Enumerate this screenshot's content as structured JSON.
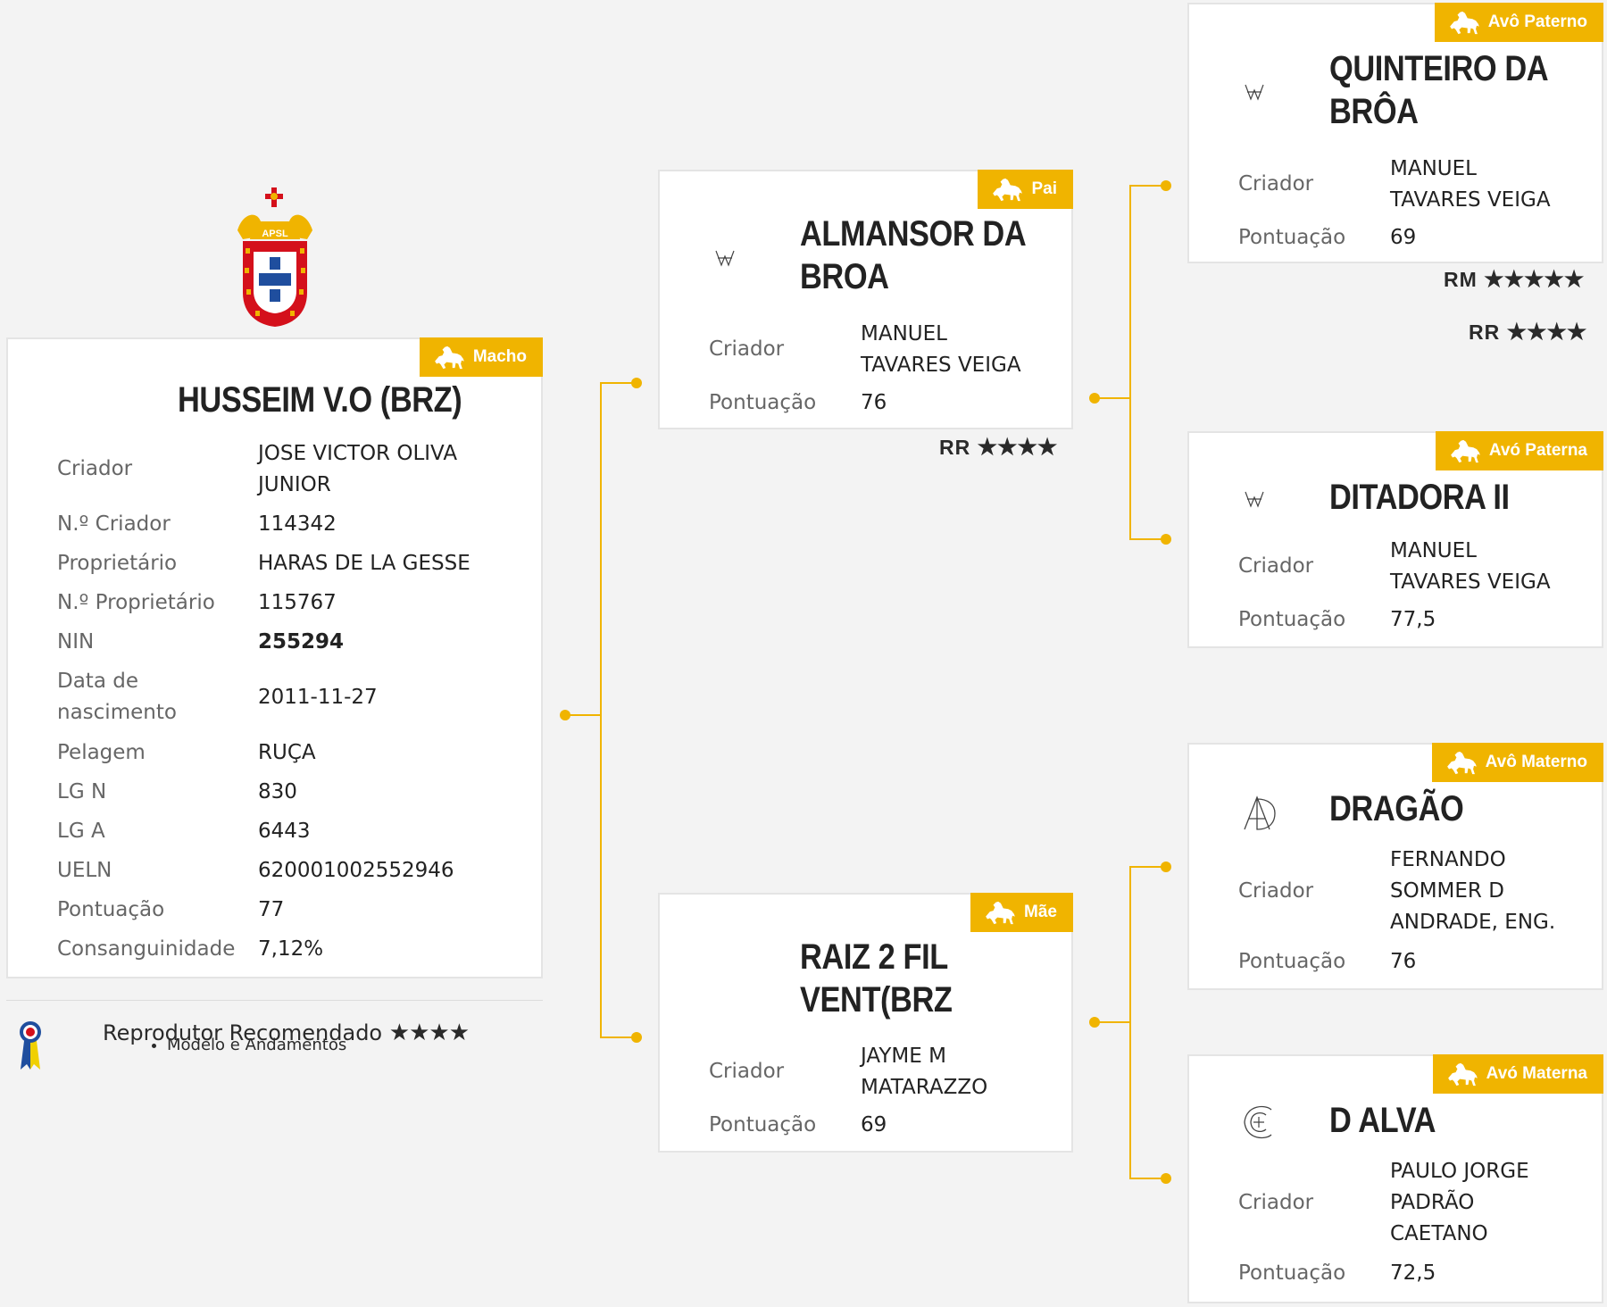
{
  "colors": {
    "accent": "#f0b400",
    "card_border": "#e4e4e4",
    "text": "#222222",
    "label": "#666666"
  },
  "logo": {
    "text": "APSL"
  },
  "subject": {
    "badge": "Macho",
    "name": "HUSSEIM V.O (BRZ)",
    "fields": [
      {
        "label": "Criador",
        "value": "JOSE VICTOR OLIVA JUNIOR"
      },
      {
        "label": "N.º Criador",
        "value": "114342"
      },
      {
        "label": "Proprietário",
        "value": "HARAS DE LA GESSE"
      },
      {
        "label": "N.º Proprietário",
        "value": "115767"
      },
      {
        "label": "NIN",
        "value": "255294"
      },
      {
        "label": "Data de nascimento",
        "value": "2011-11-27"
      },
      {
        "label": "Pelagem",
        "value": "RUÇA"
      },
      {
        "label": "LG N",
        "value": "830"
      },
      {
        "label": "LG A",
        "value": "6443"
      },
      {
        "label": "UELN",
        "value": "620001002552946"
      },
      {
        "label": "Pontuação",
        "value": "77"
      },
      {
        "label": "Consanguinidade",
        "value": "7,12%"
      }
    ]
  },
  "award": {
    "title": "Reprodutor Recomendado",
    "stars": "★★★★",
    "item": "Modelo e Andamentos",
    "icon": "rosette-icon"
  },
  "labels": {
    "criador": "Criador",
    "pontuacao": "Pontuação"
  },
  "pai": {
    "badge": "Pai",
    "name": "ALMANSOR DA BROA",
    "criador": "MANUEL TAVARES VEIGA",
    "pontuacao": "76",
    "rating_code": "RR",
    "rating_stars": "★★★★"
  },
  "mae": {
    "badge": "Mãe",
    "name": "RAIZ 2 FIL VENT(BRZ",
    "criador": "JAYME M MATARAZZO",
    "pontuacao": "69"
  },
  "avo_paterno": {
    "badge": "Avô Paterno",
    "name": "QUINTEIRO DA BRÔA",
    "criador": "MANUEL TAVARES VEIGA",
    "pontuacao": "69",
    "rating1_code": "RM",
    "rating1_stars": "★★★★★",
    "rating2_code": "RR",
    "rating2_stars": "★★★★"
  },
  "avo_paterna": {
    "badge": "Avó Paterna",
    "name": "DITADORA II",
    "criador": "MANUEL TAVARES VEIGA",
    "pontuacao": "77,5"
  },
  "avo_materno": {
    "badge": "Avô Materno",
    "name": "DRAGÃO",
    "criador": "FERNANDO SOMMER D ANDRADE, ENG.",
    "pontuacao": "76"
  },
  "avo_materna": {
    "badge": "Avó Materna",
    "name": "D ALVA",
    "criador": "PAULO JORGE PADRÃO CAETANO",
    "pontuacao": "72,5"
  },
  "icons": {
    "badge_icon": "horse-icon",
    "brand_icon": "brand-mark-icon"
  }
}
